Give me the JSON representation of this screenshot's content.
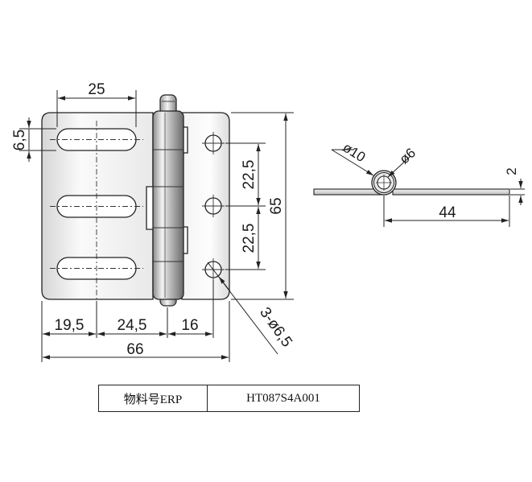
{
  "dimensions": {
    "slot_width": "25",
    "slot_spacing": "6,5",
    "hole_pitch_upper": "22,5",
    "hole_pitch_lower": "22,5",
    "total_height": "65",
    "dist_left_1": "19,5",
    "dist_left_2": "24,5",
    "dist_right_1": "16",
    "total_width": "66",
    "holes": "3-ø6,5",
    "pin_outer": "ø10",
    "pin_inner": "ø6",
    "thickness": "2",
    "leaf_length_side": "44"
  },
  "title_block": {
    "label": "物料号ERP",
    "value": "HT087S4A001"
  },
  "colors": {
    "line": "#222222",
    "plate_gradient_light": "#ffffff",
    "plate_gradient_dark": "#d4d4d4",
    "knuckle_dark": "#6e6e6e"
  }
}
